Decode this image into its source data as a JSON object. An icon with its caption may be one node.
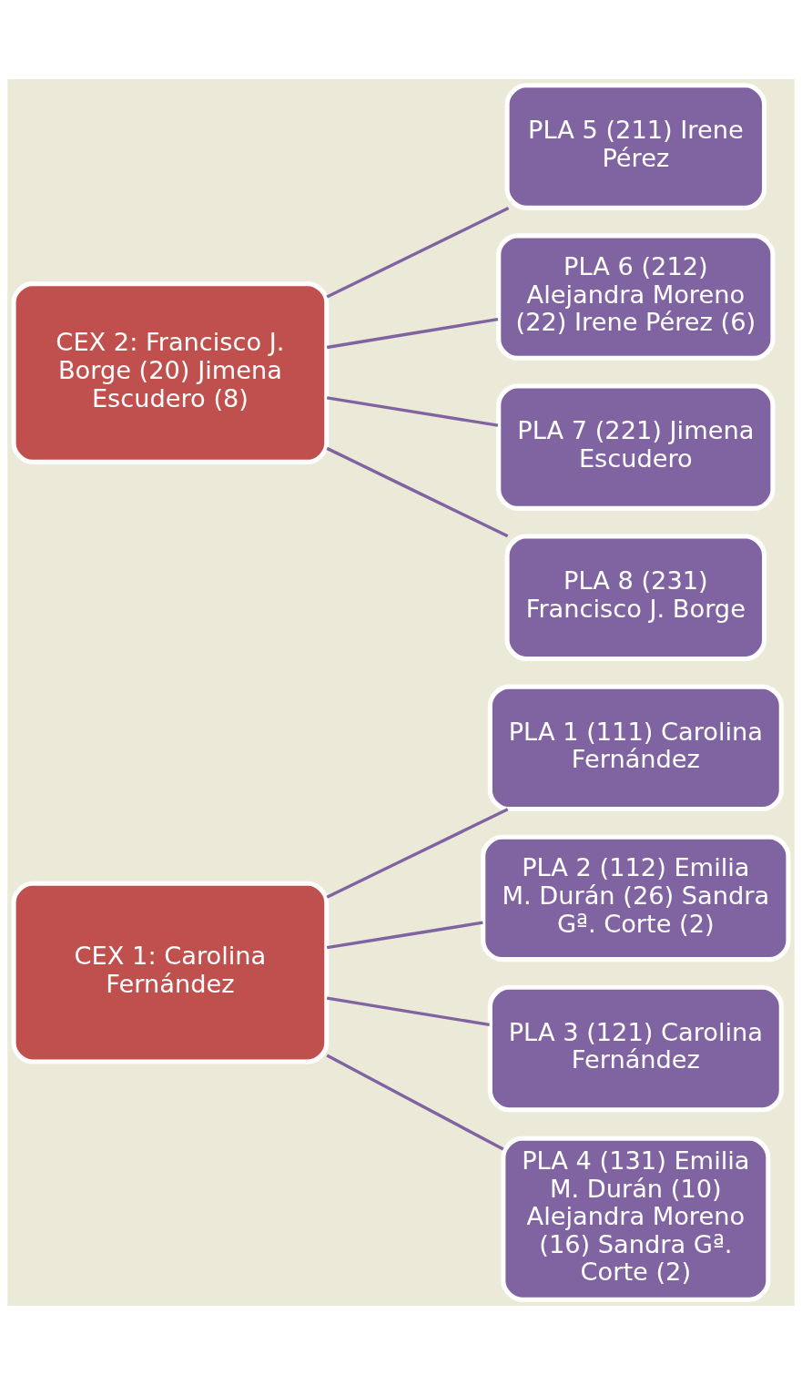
{
  "diagram": {
    "nodes": [
      {
        "text": [
          "CEX 1: Carolina Fernández"
        ]
      },
      {
        "text": [
          "PLA 1 (111) Carolina Fernández"
        ]
      },
      {
        "text": [
          "PLA 2 (112) Emilia M. Durán (26) Sandra Gª. Corte (2)"
        ]
      },
      {
        "text": [
          "PLA 3 (121) Carolina Fernández"
        ]
      },
      {
        "text": [
          "PLA 4 (131) Emilia M. Durán (10) Alejandra Moreno (16) Sandra Gª. Corte (2)"
        ]
      },
      {
        "text": [
          "CEX 2: Francisco J. Borge (20) Jimena Escudero (8)"
        ]
      },
      {
        "text": [
          "PLA 5 (211) Irene Pérez"
        ]
      },
      {
        "text": [
          "PLA 6 (212) Alejandra Moreno (22) Irene Pérez (6)"
        ]
      },
      {
        "text": [
          "PLA 7 (221) Jimena Escudero"
        ]
      },
      {
        "text": [
          "PLA 8 (231) Francisco J. Borge"
        ]
      }
    ],
    "edges": [
      {
        "from": 0,
        "to": 1,
        "arrow": "none"
      },
      {
        "from": 0,
        "to": 2,
        "arrow": "none"
      },
      {
        "from": 0,
        "to": 3,
        "arrow": "none"
      },
      {
        "from": 0,
        "to": 4,
        "arrow": "none"
      },
      {
        "from": 5,
        "to": 6,
        "arrow": "none"
      },
      {
        "from": 5,
        "to": 7,
        "arrow": "none"
      },
      {
        "from": 5,
        "to": 8,
        "arrow": "none"
      },
      {
        "from": 5,
        "to": 9,
        "arrow": "none"
      }
    ]
  }
}
